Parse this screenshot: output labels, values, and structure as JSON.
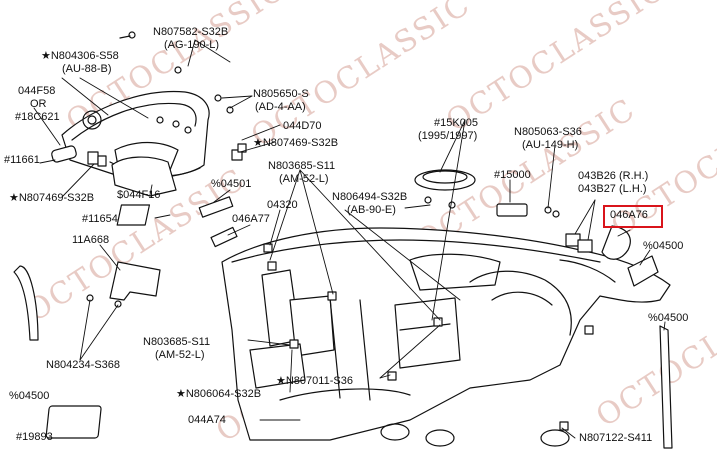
{
  "watermark": "OCTOCLASSIC",
  "highlight_color": "#d9141b",
  "callouts": {
    "n807582": "N807582-S32B",
    "ag190l": "(AG-190-L)",
    "n804306": "★N804306-S58",
    "au88b": "(AU-88-B)",
    "n805650": "N805650-S",
    "ad4aa": "(AD-4-AA)",
    "f044f58": "044F58",
    "or": "OR",
    "c18c621": "#18C621",
    "d044d70": "044D70",
    "n807469a": "★N807469-S32B",
    "c11661": "#11661",
    "n807469b": "★N807469-S32B",
    "f044f16": "$044F16",
    "n803685a": "N803685-S11",
    "am52la": "(AM-52-L)",
    "p04501": "%04501",
    "k15k005": "#15K005",
    "y1995": "(1995/1997)",
    "n805063": "N805063-S36",
    "au149h": "(AU-149-H)",
    "n806494": "N806494-S32B",
    "ab90e": "(AB-90-E)",
    "c15000": "#15000",
    "b043b26": "043B26 (R.H.)",
    "b043b27": "043B27 (L.H.)",
    "c11654": "#11654",
    "a046a77": "046A77",
    "n04320": "04320",
    "a046a76": "046A76",
    "p04500a": "%04500",
    "a11a668": "11A668",
    "n804234": "N804234-S368",
    "n803685b": "N803685-S11",
    "am52lb": "(AM-52-L)",
    "p04500b": "%04500",
    "n806064": "★N806064-S32B",
    "n807011": "★N807011-S36",
    "p04500c": "%04500",
    "a044a74": "044A74",
    "c19893": "#19893",
    "n807122": "N807122-S411"
  }
}
